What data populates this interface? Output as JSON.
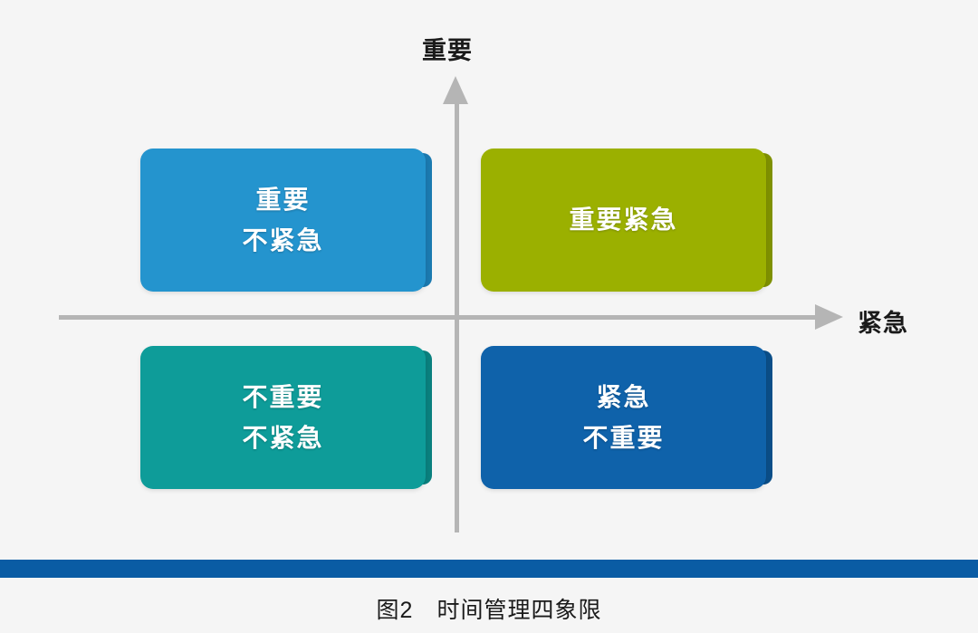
{
  "figure": {
    "background_color": "#f5f5f5",
    "caption_number": "图2",
    "caption_title": "时间管理四象限",
    "rule_color": "#0a5ca4"
  },
  "axes": {
    "color": "#b5b5b5",
    "vertical": {
      "label": "重要",
      "icon": "arrow-up-icon",
      "direction": "up"
    },
    "horizontal": {
      "label": "紧急",
      "icon": "arrow-right-icon",
      "direction": "right"
    }
  },
  "quadrants": [
    {
      "id": "top-left",
      "position": "important-not-urgent",
      "lines": [
        "重要",
        "不紧急"
      ],
      "color": "#2494ce",
      "bevel_color": "#1b7ab0",
      "text_color": "#ffffff"
    },
    {
      "id": "top-right",
      "position": "important-urgent",
      "lines": [
        "重要紧急"
      ],
      "color": "#9bb000",
      "bevel_color": "#7f9100",
      "text_color": "#ffffff"
    },
    {
      "id": "bottom-left",
      "position": "not-important-not-urgent",
      "lines": [
        "不重要",
        "不紧急"
      ],
      "color": "#0e9c99",
      "bevel_color": "#0a807e",
      "text_color": "#ffffff"
    },
    {
      "id": "bottom-right",
      "position": "urgent-not-important",
      "lines": [
        "紧急",
        "不重要"
      ],
      "color": "#0f62aa",
      "bevel_color": "#0b4e88",
      "text_color": "#ffffff"
    }
  ]
}
